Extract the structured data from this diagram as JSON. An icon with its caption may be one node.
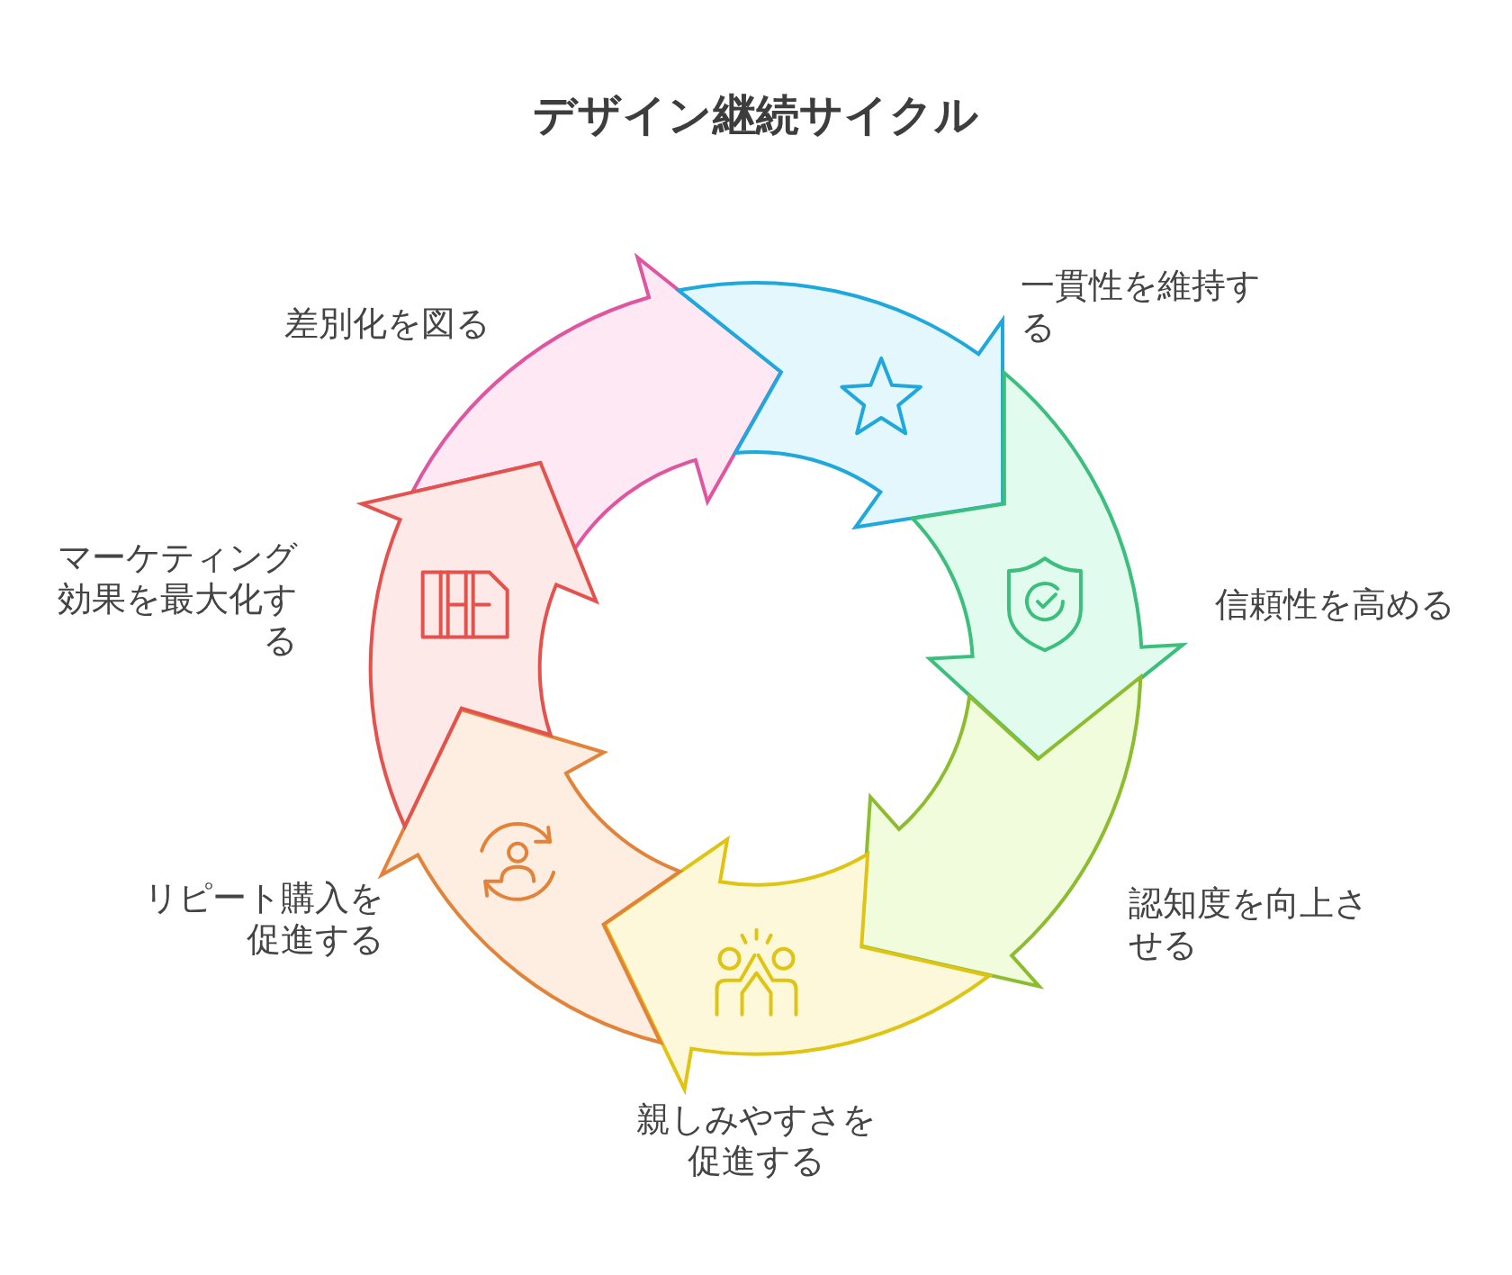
{
  "diagram": {
    "title": "デザイン継続サイクル",
    "nodes": [
      {
        "text": [],
        "shape": "arrow",
        "beside": [
          "差別化を図る"
        ]
      },
      {
        "text": [],
        "shape": "arrow",
        "beside": [
          "一貫性を維持する"
        ]
      },
      {
        "text": [],
        "shape": "arrow",
        "beside": [
          "信頼性を高める"
        ]
      },
      {
        "text": [],
        "shape": "arrow",
        "beside": [
          "認知度を向上させる"
        ]
      },
      {
        "text": [],
        "shape": "arrow",
        "beside": [
          "親しみやすさを促進する"
        ]
      },
      {
        "text": [],
        "shape": "arrow",
        "beside": [
          "リピート購入を促進する"
        ]
      },
      {
        "text": [],
        "shape": "arrow",
        "beside": [
          "マーケティング効果を最大化する"
        ]
      }
    ]
  }
}
